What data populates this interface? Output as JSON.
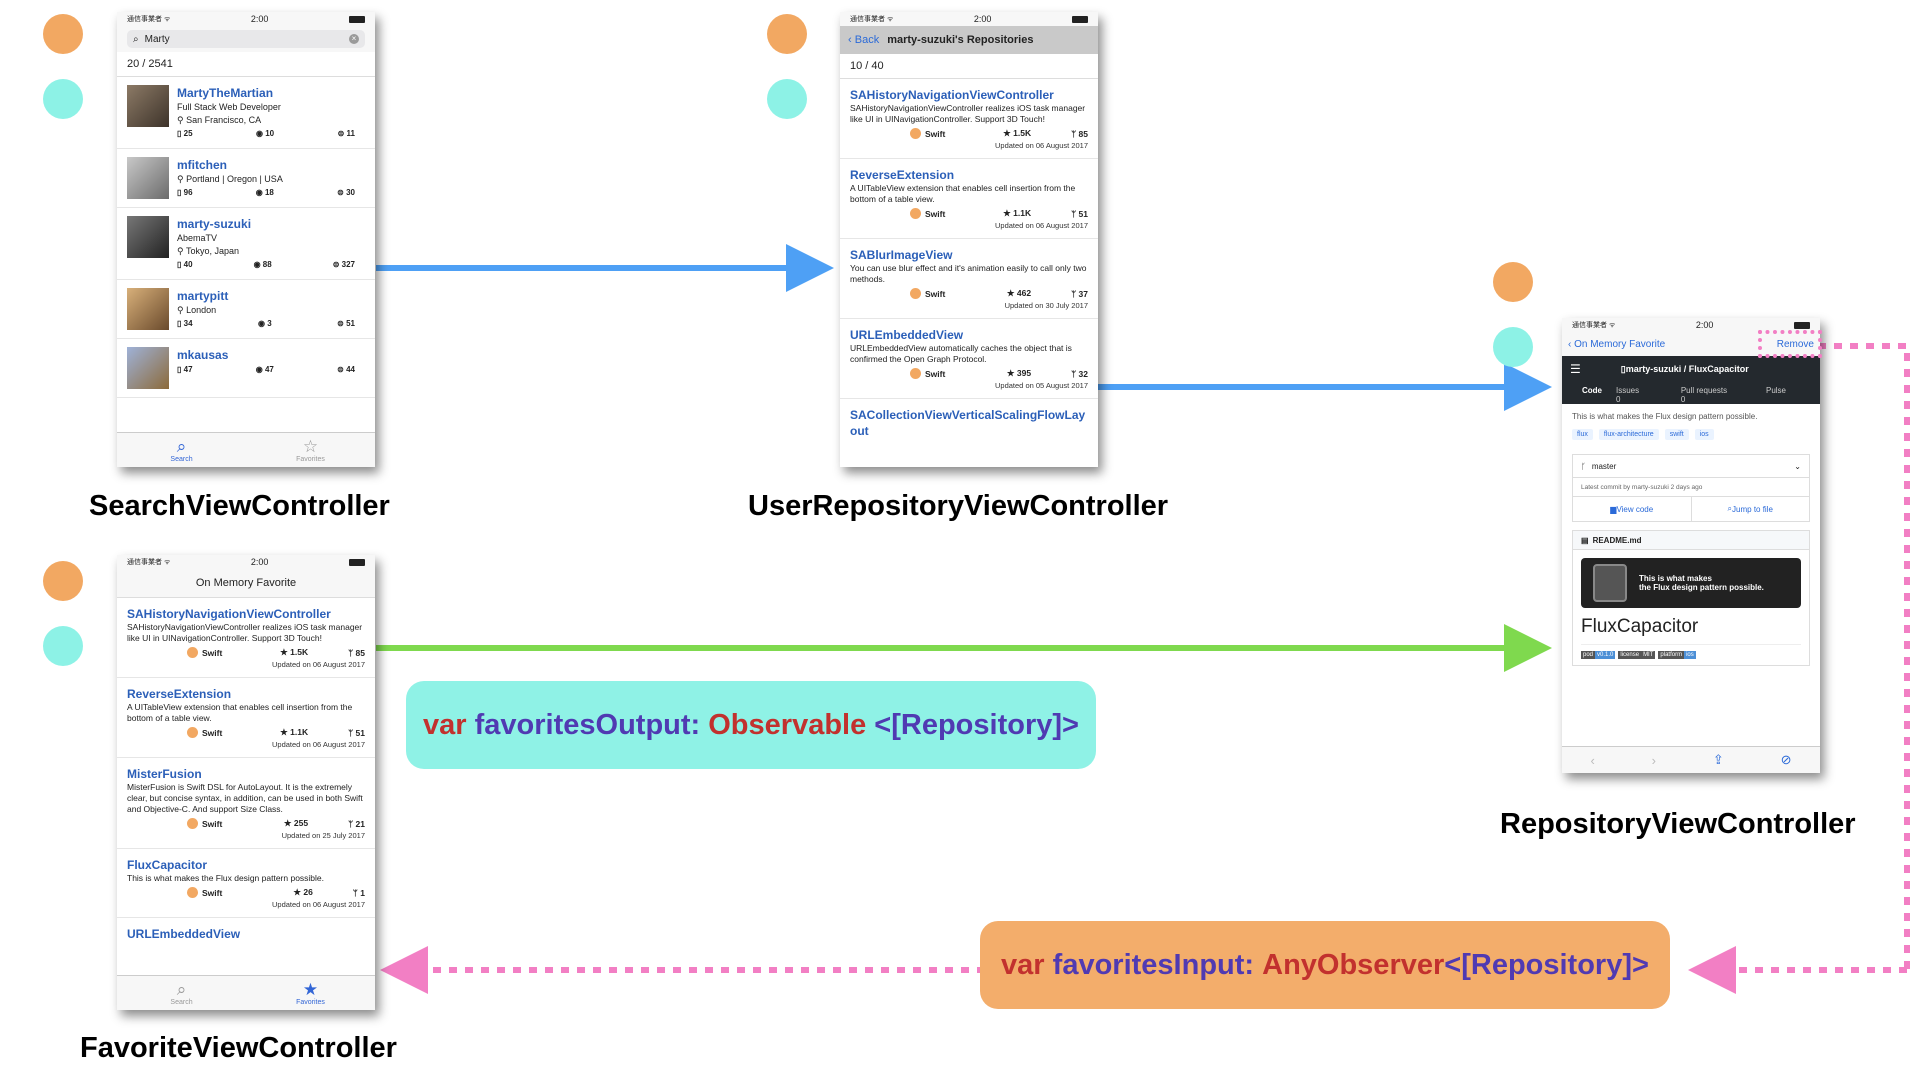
{
  "labels": {
    "search_vc": "SearchViewController",
    "user_repository_vc": "UserRepositoryViewController",
    "repository_vc": "RepositoryViewController",
    "favorite_vc": "FavoriteViewController"
  },
  "code": {
    "output": {
      "var": "var",
      "name": "favoritesOutput:",
      "type": "Observable",
      "generic": "<[Repository]>"
    },
    "input": {
      "var": "var",
      "name": "favoritesInput:",
      "type": "AnyObserver",
      "generic": "<[Repository]>"
    }
  },
  "colors": {
    "dot_orange": "#f2a862",
    "dot_cyan": "#8df2e6",
    "arrow_blue": "#4ea0f5",
    "arrow_green": "#7fd94e",
    "arrow_pink": "#f27fc4",
    "box_mint": "#8ff2e6",
    "box_peach": "#f3ad6b"
  },
  "status_bar": {
    "carrier": "通信事業者 ᯤ",
    "time": "2:00"
  },
  "search_screen": {
    "query": "Marty",
    "count": "20 / 2541",
    "users": [
      {
        "name": "MartyTheMartian",
        "bio": "Full Stack Web Developer",
        "location": "San Francisco, CA",
        "repos": "25",
        "followers": "10",
        "gists": "11"
      },
      {
        "name": "mfitchen",
        "bio": "",
        "location": "Portland | Oregon | USA",
        "repos": "96",
        "followers": "18",
        "gists": "30"
      },
      {
        "name": "marty-suzuki",
        "bio": "AbemaTV",
        "location": "Tokyo, Japan",
        "repos": "40",
        "followers": "88",
        "gists": "327"
      },
      {
        "name": "martypitt",
        "bio": "",
        "location": "London",
        "repos": "34",
        "followers": "3",
        "gists": "51"
      },
      {
        "name": "mkausas",
        "bio": "",
        "location": "",
        "repos": "47",
        "followers": "47",
        "gists": "44"
      }
    ],
    "tabs": {
      "search": "Search",
      "favorites": "Favorites"
    }
  },
  "user_repo_screen": {
    "back": "Back",
    "title": "marty-suzuki's Repositories",
    "count": "10 / 40",
    "repos": [
      {
        "name": "SAHistoryNavigationViewController",
        "desc": "SAHistoryNavigationViewController realizes iOS task manager like UI in UINavigationController. Support 3D Touch!",
        "lang": "Swift",
        "stars": "★ 1.5K",
        "forks": "ᛘ 85",
        "updated": "Updated on 06 August 2017"
      },
      {
        "name": "ReverseExtension",
        "desc": "A UITableView extension that enables cell insertion from the bottom of a table view.",
        "lang": "Swift",
        "stars": "★ 1.1K",
        "forks": "ᛘ 51",
        "updated": "Updated on 06 August 2017"
      },
      {
        "name": "SABlurImageView",
        "desc": "You can use blur effect and it's animation easily to call only two methods.",
        "lang": "Swift",
        "stars": "★ 462",
        "forks": "ᛘ 37",
        "updated": "Updated on 30 July 2017"
      },
      {
        "name": "URLEmbeddedView",
        "desc": "URLEmbeddedView automatically caches the object that is confirmed the Open Graph Protocol.",
        "lang": "Swift",
        "stars": "★ 395",
        "forks": "ᛘ 32",
        "updated": "Updated on 05 August 2017"
      },
      {
        "name": "SACollectionViewVerticalScalingFlowLayout",
        "desc": "",
        "lang": "",
        "stars": "",
        "forks": "",
        "updated": ""
      }
    ]
  },
  "repository_screen": {
    "back": "On Memory Favorite",
    "remove": "Remove",
    "repo_title": "marty-suzuki / FluxCapacitor",
    "tabs": {
      "code": "Code",
      "issues": "Issues",
      "issues_count": "0",
      "pulls": "Pull requests",
      "pulls_count": "0",
      "pulse": "Pulse"
    },
    "description": "This is what makes the Flux design pattern possible.",
    "topics": [
      "flux",
      "flux-architecture",
      "swift",
      "ios"
    ],
    "branch": "master",
    "commit": "Latest commit by marty-suzuki 2 days ago",
    "view_code": "View code",
    "jump_to_file": "Jump to file",
    "readme_file": "README.md",
    "banner_line1": "This is what makes",
    "banner_line2": "the Flux design pattern possible.",
    "readme_title": "FluxCapacitor",
    "badges": [
      "pod",
      "v0.1.0",
      "license",
      "MIT",
      "platform",
      "ios"
    ]
  },
  "favorite_screen": {
    "title": "On Memory Favorite",
    "repos": [
      {
        "name": "SAHistoryNavigationViewController",
        "desc": "SAHistoryNavigationViewController realizes iOS task manager like UI in UINavigationController. Support 3D Touch!",
        "lang": "Swift",
        "stars": "★ 1.5K",
        "forks": "ᛘ 85",
        "updated": "Updated on 06 August 2017"
      },
      {
        "name": "ReverseExtension",
        "desc": "A UITableView extension that enables cell insertion from the bottom of a table view.",
        "lang": "Swift",
        "stars": "★ 1.1K",
        "forks": "ᛘ 51",
        "updated": "Updated on 06 August 2017"
      },
      {
        "name": "MisterFusion",
        "desc": "MisterFusion is Swift DSL for AutoLayout. It is the extremely clear, but concise syntax, in addition, can be used in both Swift and Objective-C. And support Size Class.",
        "lang": "Swift",
        "stars": "★ 255",
        "forks": "ᛘ 21",
        "updated": "Updated on 25 July 2017"
      },
      {
        "name": "FluxCapacitor",
        "desc": "This is what makes the Flux design pattern possible.",
        "lang": "Swift",
        "stars": "★ 26",
        "forks": "ᛘ 1",
        "updated": "Updated on 06 August 2017"
      },
      {
        "name": "URLEmbeddedView",
        "desc": "",
        "lang": "",
        "stars": "",
        "forks": "",
        "updated": ""
      }
    ],
    "tabs": {
      "search": "Search",
      "favorites": "Favorites"
    }
  }
}
